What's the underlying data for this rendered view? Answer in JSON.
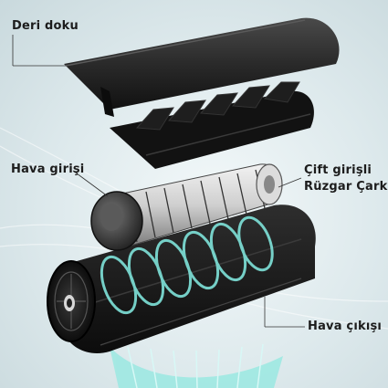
{
  "labels": {
    "skin_texture": "Deri doku",
    "air_inlet": "Hava girişi",
    "dual_inlet_line1": "Çift girişli",
    "dual_inlet_line2": "Rüzgar Çarkı",
    "air_outlet": "Hava çıkışı"
  },
  "colors": {
    "background": "#dde9ec",
    "housing": "#1a1a1a",
    "airflow": "#8fe3dc",
    "label_text": "#1c1c1c"
  }
}
